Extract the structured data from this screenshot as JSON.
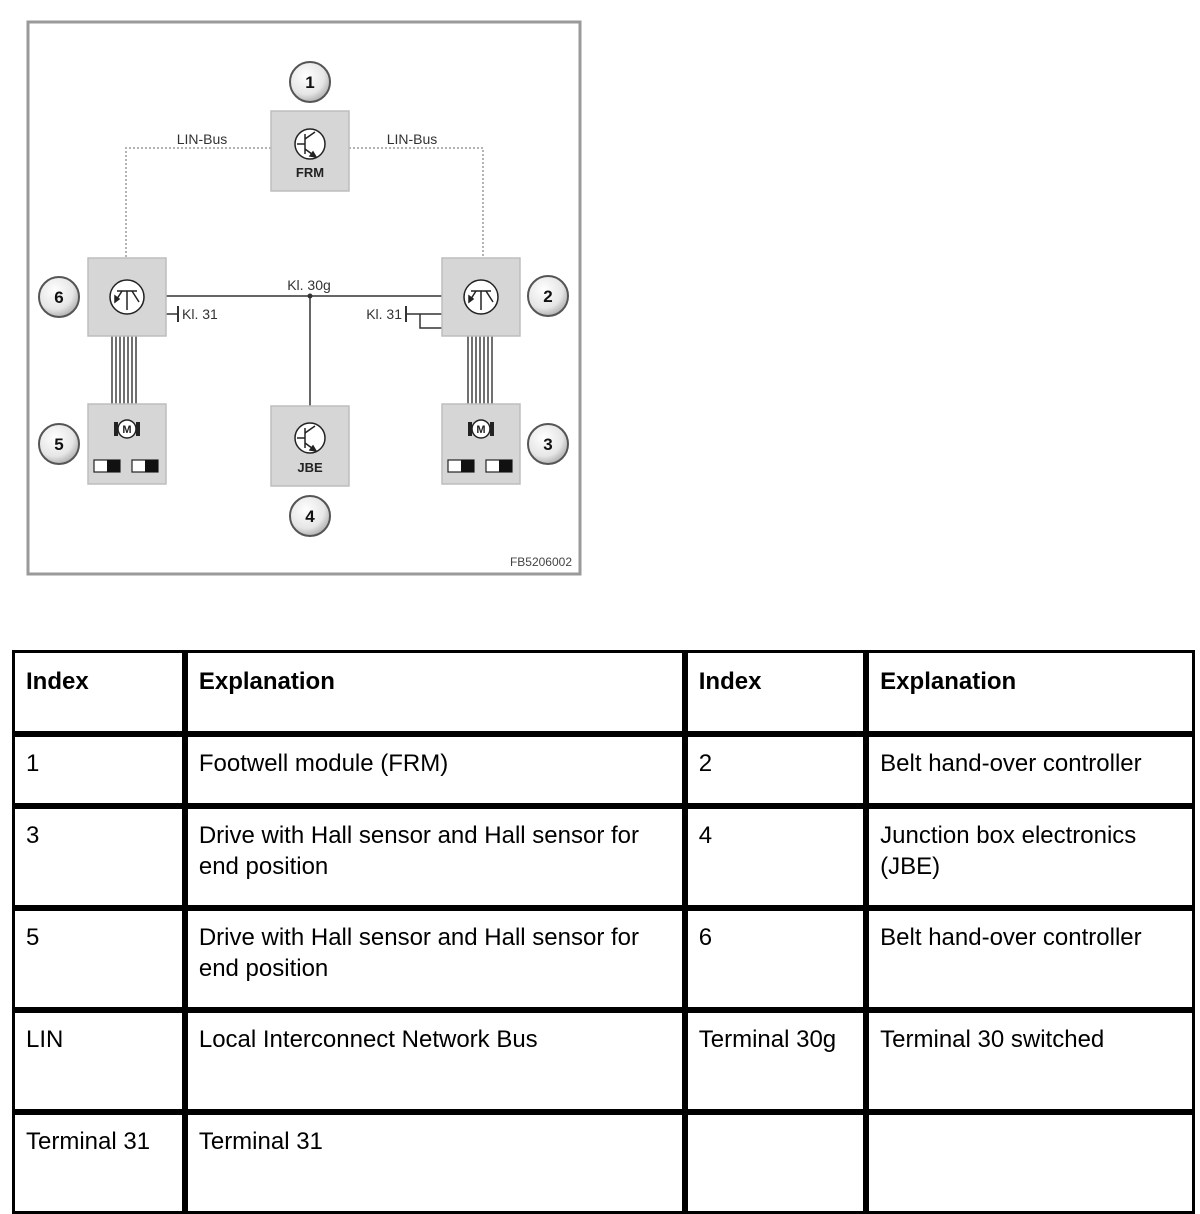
{
  "diagram": {
    "frm_label": "FRM",
    "jbe_label": "JBE",
    "lin_bus_left": "LIN-Bus",
    "lin_bus_right": "LIN-Bus",
    "kl30g_label": "Kl. 30g",
    "kl31_left": "Kl. 31",
    "kl31_right": "Kl. 31",
    "motor_left": "M",
    "motor_right": "M",
    "callouts": [
      "1",
      "2",
      "3",
      "4",
      "5",
      "6"
    ],
    "figure_code": "FB5206002"
  },
  "table": {
    "headers": [
      "Index",
      "Explanation",
      "Index",
      "Explanation"
    ],
    "rows": [
      [
        "1",
        "Footwell module (FRM)",
        "2",
        "Belt hand-over controller"
      ],
      [
        "3",
        "Drive with Hall sensor and Hall sensor for end position",
        "4",
        "Junction box electronics (JBE)"
      ],
      [
        "5",
        "Drive with Hall sensor and Hall sensor for end position",
        "6",
        "Belt hand-over controller"
      ],
      [
        "LIN",
        "Local Interconnect Network Bus",
        "Terminal 30g",
        "Terminal 30 switched"
      ],
      [
        "Terminal 31",
        "Terminal 31",
        "",
        ""
      ]
    ]
  }
}
